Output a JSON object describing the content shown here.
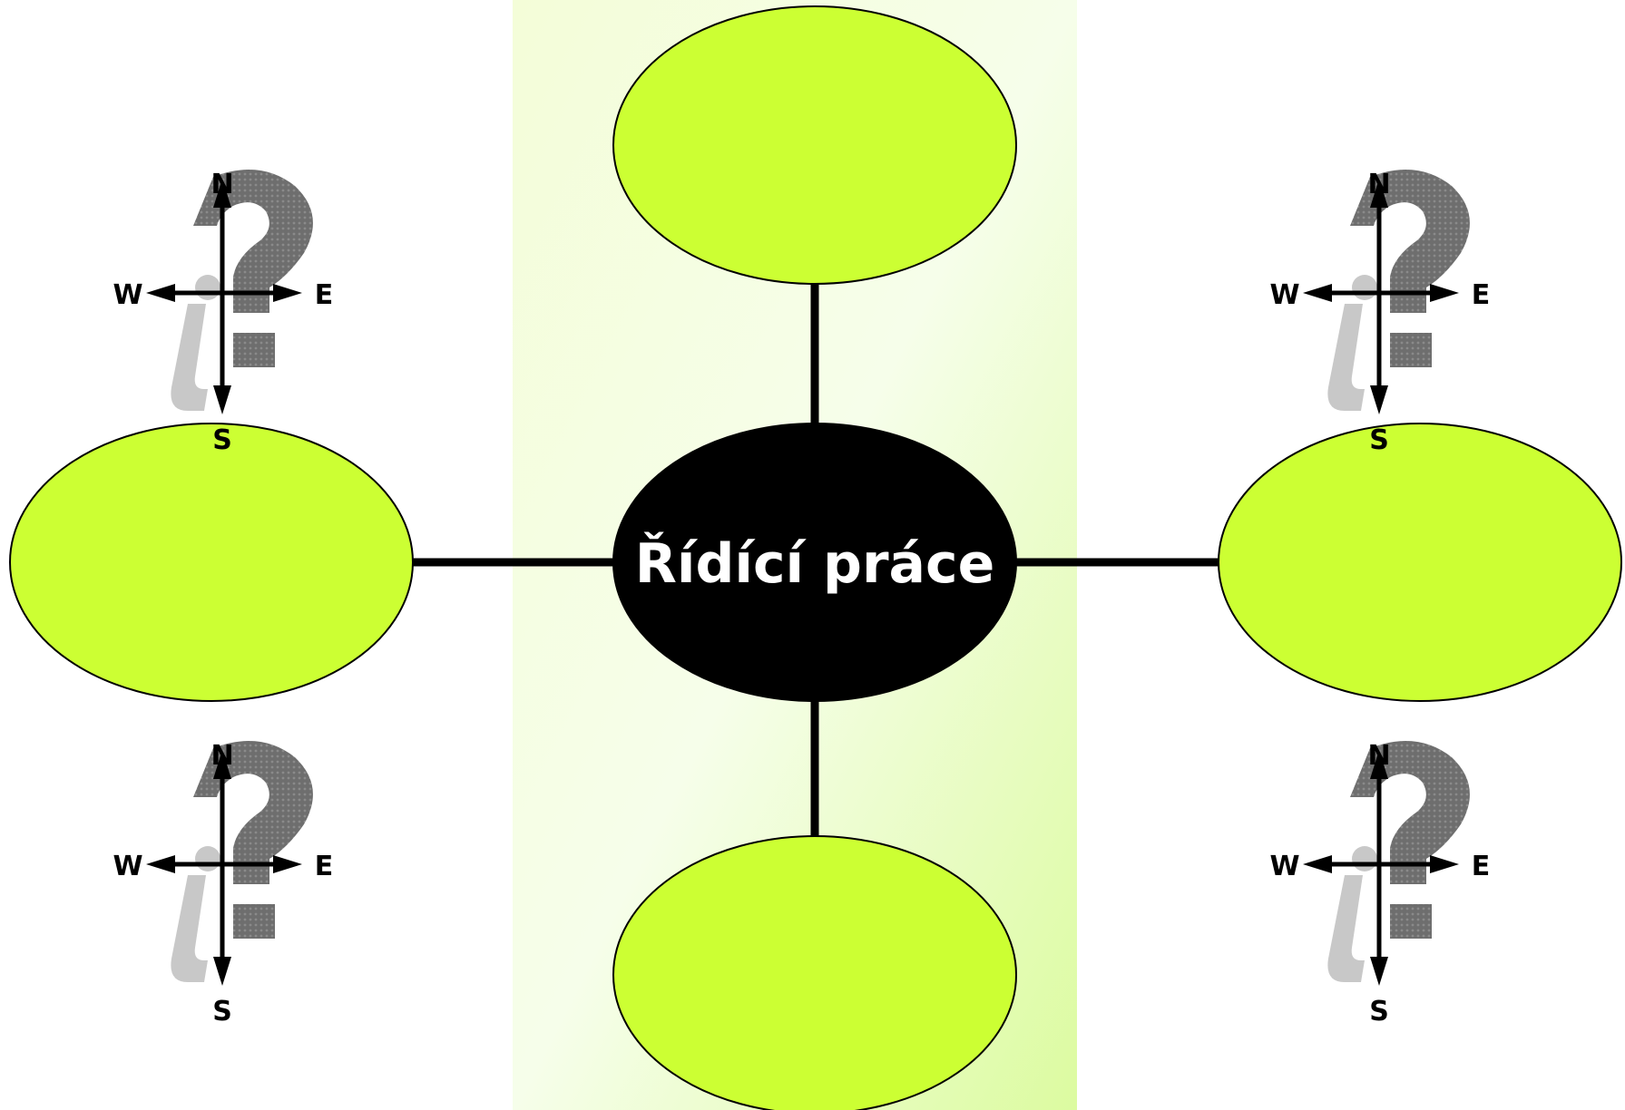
{
  "diagram": {
    "center_label": "Řídící práce",
    "center_fill": "#000000",
    "node_fill": "#ccff33",
    "band_colors": [
      "#f1fccf",
      "#e2fcaa"
    ],
    "nodes": [
      "top",
      "left",
      "right",
      "bottom"
    ],
    "nodes_text": [
      "",
      "",
      "",
      ""
    ]
  },
  "compass": {
    "n": "N",
    "s": "S",
    "w": "W",
    "e": "E",
    "icon_names": [
      "compass-question-icon",
      "compass-question-icon",
      "compass-question-icon",
      "compass-question-icon"
    ]
  }
}
